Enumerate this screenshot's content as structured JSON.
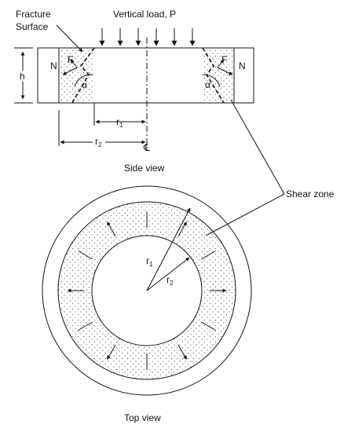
{
  "labels": {
    "vertical_load": "Vertical load, P",
    "fracture_surface_line1": "Fracture",
    "fracture_surface_line2": "Surface",
    "h": "h",
    "N": "N",
    "F": "F",
    "alpha": "α",
    "r": "r",
    "sub1": "1",
    "sub2": "2",
    "centerline": "℄",
    "side_view": "Side view",
    "shear_zone": "Shear zone",
    "top_view": "Top view"
  },
  "colors": {
    "stroke": "#111111",
    "background": "#ffffff",
    "dots": "#555555"
  }
}
